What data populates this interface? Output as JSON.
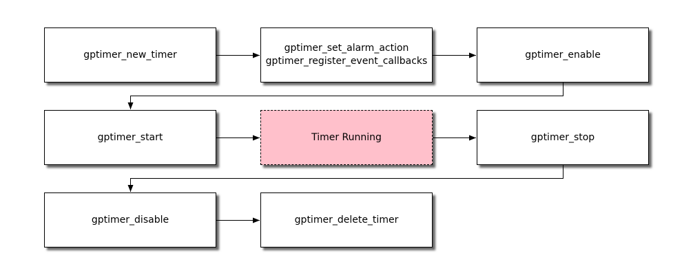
{
  "colors": {
    "canvas_bg": "#ffffff",
    "node_fill": "#ffffff",
    "node_border": "#000000",
    "node_text": "#000000",
    "running_fill": "#ffc0cb",
    "connector": "#000000"
  },
  "nodes": {
    "new_timer": {
      "label": "gptimer_new_timer"
    },
    "configure": {
      "line1": "gptimer_set_alarm_action",
      "line2": "gptimer_register_event_callbacks"
    },
    "enable": {
      "label": "gptimer_enable"
    },
    "start": {
      "label": "gptimer_start"
    },
    "running": {
      "label": "Timer Running"
    },
    "stop": {
      "label": "gptimer_stop"
    },
    "disable": {
      "label": "gptimer_disable"
    },
    "delete_timer": {
      "label": "gptimer_delete_timer"
    }
  },
  "edges": [
    {
      "from": "gptimer_new_timer",
      "to": "gptimer_set_alarm_action / gptimer_register_event_callbacks"
    },
    {
      "from": "gptimer_set_alarm_action / gptimer_register_event_callbacks",
      "to": "gptimer_enable"
    },
    {
      "from": "gptimer_enable",
      "to": "gptimer_start"
    },
    {
      "from": "gptimer_start",
      "to": "Timer Running"
    },
    {
      "from": "Timer Running",
      "to": "gptimer_stop"
    },
    {
      "from": "gptimer_stop",
      "to": "gptimer_disable"
    },
    {
      "from": "gptimer_disable",
      "to": "gptimer_delete_timer"
    }
  ]
}
